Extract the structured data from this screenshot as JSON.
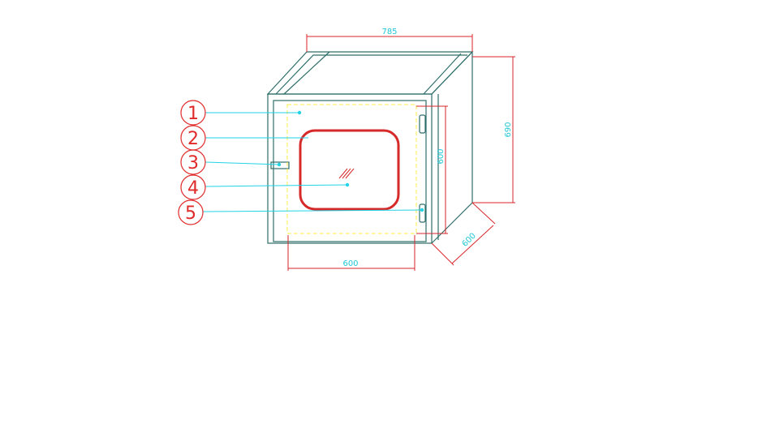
{
  "colors": {
    "outline": "#2e6f6a",
    "dimension": "#d9262a",
    "leader": "#22d3e6",
    "dimension_text": "#22c7d6",
    "dashed_frame": "#ffee44",
    "window": "#d62a2a",
    "callout": "#e02a2a"
  },
  "dimensions": {
    "width_top": "785",
    "height_right": "690",
    "door_height": "600",
    "door_width": "600",
    "depth": "600"
  },
  "callouts": [
    {
      "number": "1"
    },
    {
      "number": "2"
    },
    {
      "number": "3"
    },
    {
      "number": "4"
    },
    {
      "number": "5"
    }
  ]
}
